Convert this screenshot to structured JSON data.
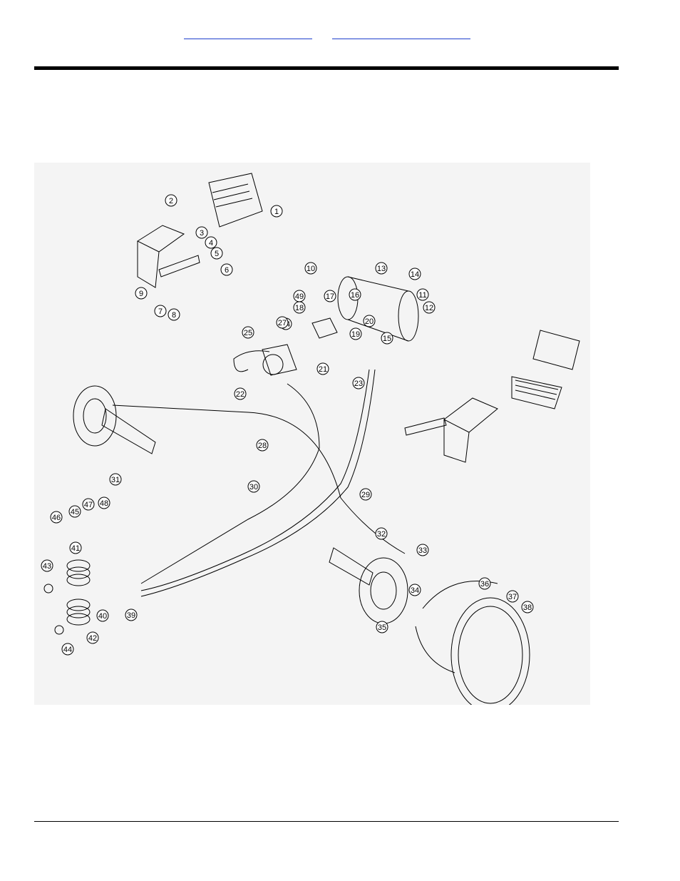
{
  "header": {
    "link_left": "",
    "link_right": ""
  },
  "diagram": {
    "callouts": [
      "1",
      "2",
      "3",
      "4",
      "5",
      "6",
      "7",
      "8",
      "9",
      "10",
      "11",
      "12",
      "13",
      "14",
      "15",
      "16",
      "17",
      "18",
      "19",
      "20",
      "21",
      "22",
      "23",
      "24",
      "25",
      "27",
      "28",
      "29",
      "30",
      "31",
      "32",
      "33",
      "34",
      "35",
      "36",
      "37",
      "38",
      "39",
      "40",
      "41",
      "42",
      "43",
      "44",
      "45",
      "46",
      "47",
      "48",
      "49"
    ]
  }
}
